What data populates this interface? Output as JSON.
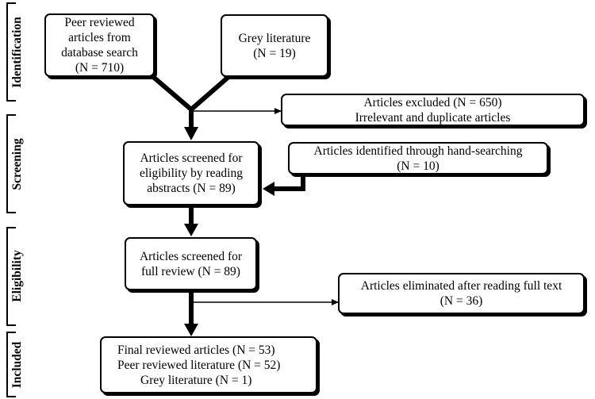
{
  "stages": {
    "identification": "Identification",
    "screening": "Screening",
    "eligibility": "Eligibility",
    "included": "Included"
  },
  "boxes": {
    "peer_reviewed": [
      "Peer reviewed",
      "articles from",
      "database search",
      "(N = 710)"
    ],
    "grey_literature": [
      "Grey literature",
      "(N = 19)"
    ],
    "excluded": [
      "Articles excluded (N = 650)",
      "Irrelevant and duplicate articles"
    ],
    "screened_abstracts": [
      "Articles screened for",
      "eligibility by reading",
      "abstracts (N = 89)"
    ],
    "hand_search": [
      "Articles identified through hand-searching",
      "(N = 10)"
    ],
    "full_review": [
      "Articles screened for",
      "full review (N = 89)"
    ],
    "eliminated": [
      "Articles eliminated after reading full text",
      "(N = 36)"
    ],
    "final": [
      "Final reviewed articles (N = 53)",
      "Peer reviewed literature (N = 52)",
      "Grey literature (N = 1)"
    ]
  }
}
